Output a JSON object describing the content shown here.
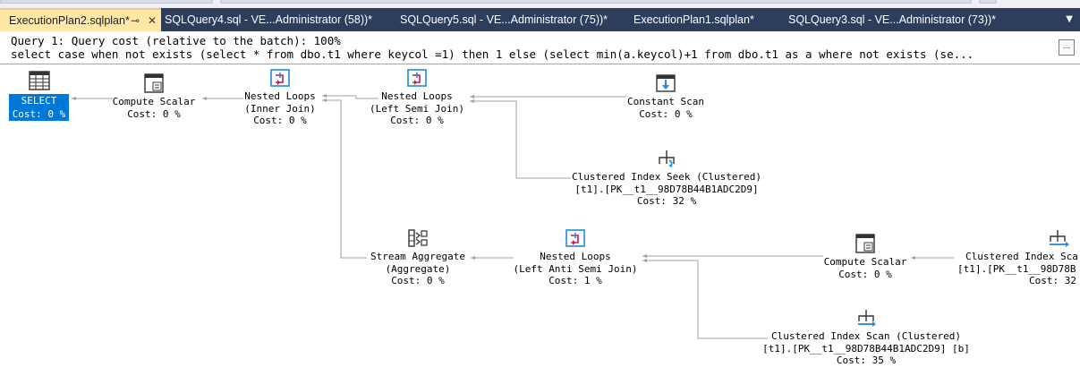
{
  "tabs": [
    {
      "label": "ExecutionPlan2.sqlplan*",
      "active": true,
      "pinned": true
    },
    {
      "label": "SQLQuery4.sql - VE...Administrator (58))*"
    },
    {
      "label": "SQLQuery5.sql - VE...Administrator (75))*"
    },
    {
      "label": "ExecutionPlan1.sqlplan*"
    },
    {
      "label": "SQLQuery3.sql - VE...Administrator (73))*"
    }
  ],
  "tab_icons": {
    "pin": "pin-icon",
    "close": "close-icon",
    "overflow": "chevron-down-icon"
  },
  "query": {
    "line1": "Query 1: Query cost (relative to the batch): 100%",
    "line2": "select case when not exists (select * from dbo.t1 where keycol =1) then 1 else (select min(a.keycol)+1 from dbo.t1 as a where not exists (se...",
    "more_button": "..."
  },
  "plan": {
    "select": {
      "label": "SELECT",
      "cost": "Cost: 0 %"
    },
    "compute_scalar_1": {
      "name": "Compute Scalar",
      "cost": "Cost: 0 %"
    },
    "nested_loops_inner": {
      "name": "Nested Loops",
      "sub": "(Inner Join)",
      "cost": "Cost: 0 %"
    },
    "nested_loops_semi": {
      "name": "Nested Loops",
      "sub": "(Left Semi Join)",
      "cost": "Cost: 0 %"
    },
    "constant_scan": {
      "name": "Constant Scan",
      "cost": "Cost: 0 %"
    },
    "index_seek": {
      "name": "Clustered Index Seek (Clustered)",
      "sub": "[t1].[PK__t1__98D78B44B1ADC2D9]",
      "cost": "Cost: 32 %"
    },
    "stream_aggregate": {
      "name": "Stream Aggregate",
      "sub": "(Aggregate)",
      "cost": "Cost: 0 %"
    },
    "nested_loops_anti": {
      "name": "Nested Loops",
      "sub": "(Left Anti Semi Join)",
      "cost": "Cost: 1 %"
    },
    "compute_scalar_2": {
      "name": "Compute Scalar",
      "cost": "Cost: 0 %"
    },
    "index_scan_partial": {
      "name": "Clustered Index Sca",
      "sub": "[t1].[PK__t1__98D78B",
      "cost": "Cost: 32"
    },
    "index_scan_b": {
      "name": "Clustered Index Scan (Clustered)",
      "sub": "[t1].[PK__t1__98D78B44B1ADC2D9] [b]",
      "cost": "Cost: 35 %"
    }
  },
  "colors": {
    "tabbar": "#2d3e5c",
    "active_tab": "#ffe8a6",
    "selection": "#0078d7",
    "connector": "#a0a0a0"
  }
}
